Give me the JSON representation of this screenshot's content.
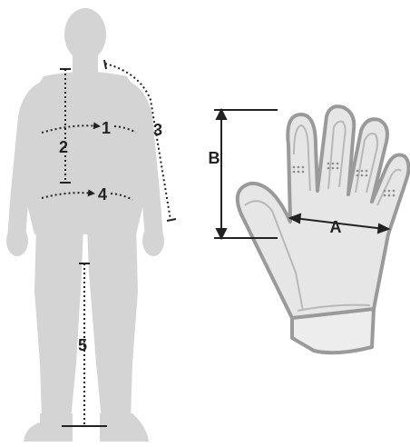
{
  "colors": {
    "silhouette": "#d4d4d4",
    "ink": "#222222",
    "glove_fill": "#e6e6e6",
    "glove_stroke": "#9a9a9a"
  },
  "body_labels": {
    "m1": "1",
    "m2": "2",
    "m3": "3",
    "m4": "4",
    "m5": "5"
  },
  "glove_labels": {
    "a": "A",
    "b": "B"
  },
  "icons": {
    "body": "human-body-silhouette",
    "hand": "glove-outline"
  }
}
